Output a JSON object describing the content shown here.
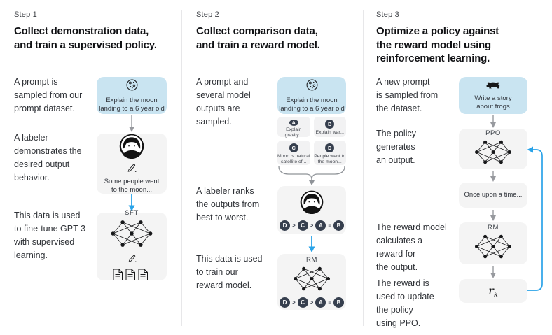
{
  "colors": {
    "prompt_card_bg": "#c9e4f1",
    "model_card_bg": "#f4f4f4",
    "flow_arrow_gray": "#97999e",
    "flow_arrow_blue": "#2aa3e8",
    "rank_circle_bg": "#363f4e",
    "text_dark": "#101114"
  },
  "step1": {
    "label": "Step 1",
    "heading": "Collect demonstration data,\nand train a supervised policy.",
    "paragraphs": {
      "p1": "A prompt is\nsampled from our\nprompt dataset.",
      "p2": "A labeler\ndemonstrates the\ndesired output\nbehavior.",
      "p3": "This data is used\nto fine-tune GPT-3\nwith supervised\nlearning."
    },
    "prompt_card": {
      "icon": "moon-icon",
      "text": "Explain the moon\nlanding to a 6 year old"
    },
    "labeler_card": {
      "icon": "labeler-icon",
      "pencil_icon": "pencil-icon",
      "text": "Some people went\nto the moon..."
    },
    "sft_card": {
      "label": "SFT",
      "icons": [
        "neural-network-icon",
        "pencil-icon",
        "documents-icon"
      ]
    }
  },
  "step2": {
    "label": "Step 2",
    "heading": "Collect comparison data,\nand train a reward model.",
    "paragraphs": {
      "p1": "A prompt and\nseveral model\noutputs are\nsampled.",
      "p2": "A labeler ranks\nthe outputs from\nbest to worst.",
      "p3": "This data is used\nto train our\nreward model."
    },
    "prompt_card": {
      "icon": "moon-icon",
      "text": "Explain the moon\nlanding to a 6 year old"
    },
    "outputs": [
      {
        "letter": "A",
        "text": "Explain gravity..."
      },
      {
        "letter": "B",
        "text": "Explain war..."
      },
      {
        "letter": "C",
        "text": "Moon is natural\nsatellite of..."
      },
      {
        "letter": "D",
        "text": "People went to\nthe moon..."
      }
    ],
    "ranking": {
      "letters": [
        "D",
        "C",
        "A",
        "B"
      ],
      "ops": [
        ">",
        ">",
        "="
      ]
    },
    "labeler_card": {
      "icon": "labeler-icon"
    },
    "rm_card": {
      "label": "RM",
      "icon": "neural-network-icon"
    }
  },
  "step3": {
    "label": "Step 3",
    "heading": "Optimize a policy against\nthe reward model using\nreinforcement learning.",
    "paragraphs": {
      "p1": "A new prompt\nis sampled from\nthe dataset.",
      "p2": "The policy\ngenerates\nan output.",
      "p3": "The reward model\ncalculates a\nreward for\nthe output.",
      "p4": "The reward is\nused to update\nthe policy\nusing PPO."
    },
    "prompt_card": {
      "icon": "frog-icon",
      "text": "Write a story\nabout frogs"
    },
    "ppo_card": {
      "label": "PPO",
      "icon": "neural-network-icon"
    },
    "output_card": {
      "text": "Once upon a time..."
    },
    "rm_card": {
      "label": "RM",
      "icon": "neural-network-icon"
    },
    "reward_card": {
      "symbol": "r",
      "subscript": "k"
    }
  }
}
